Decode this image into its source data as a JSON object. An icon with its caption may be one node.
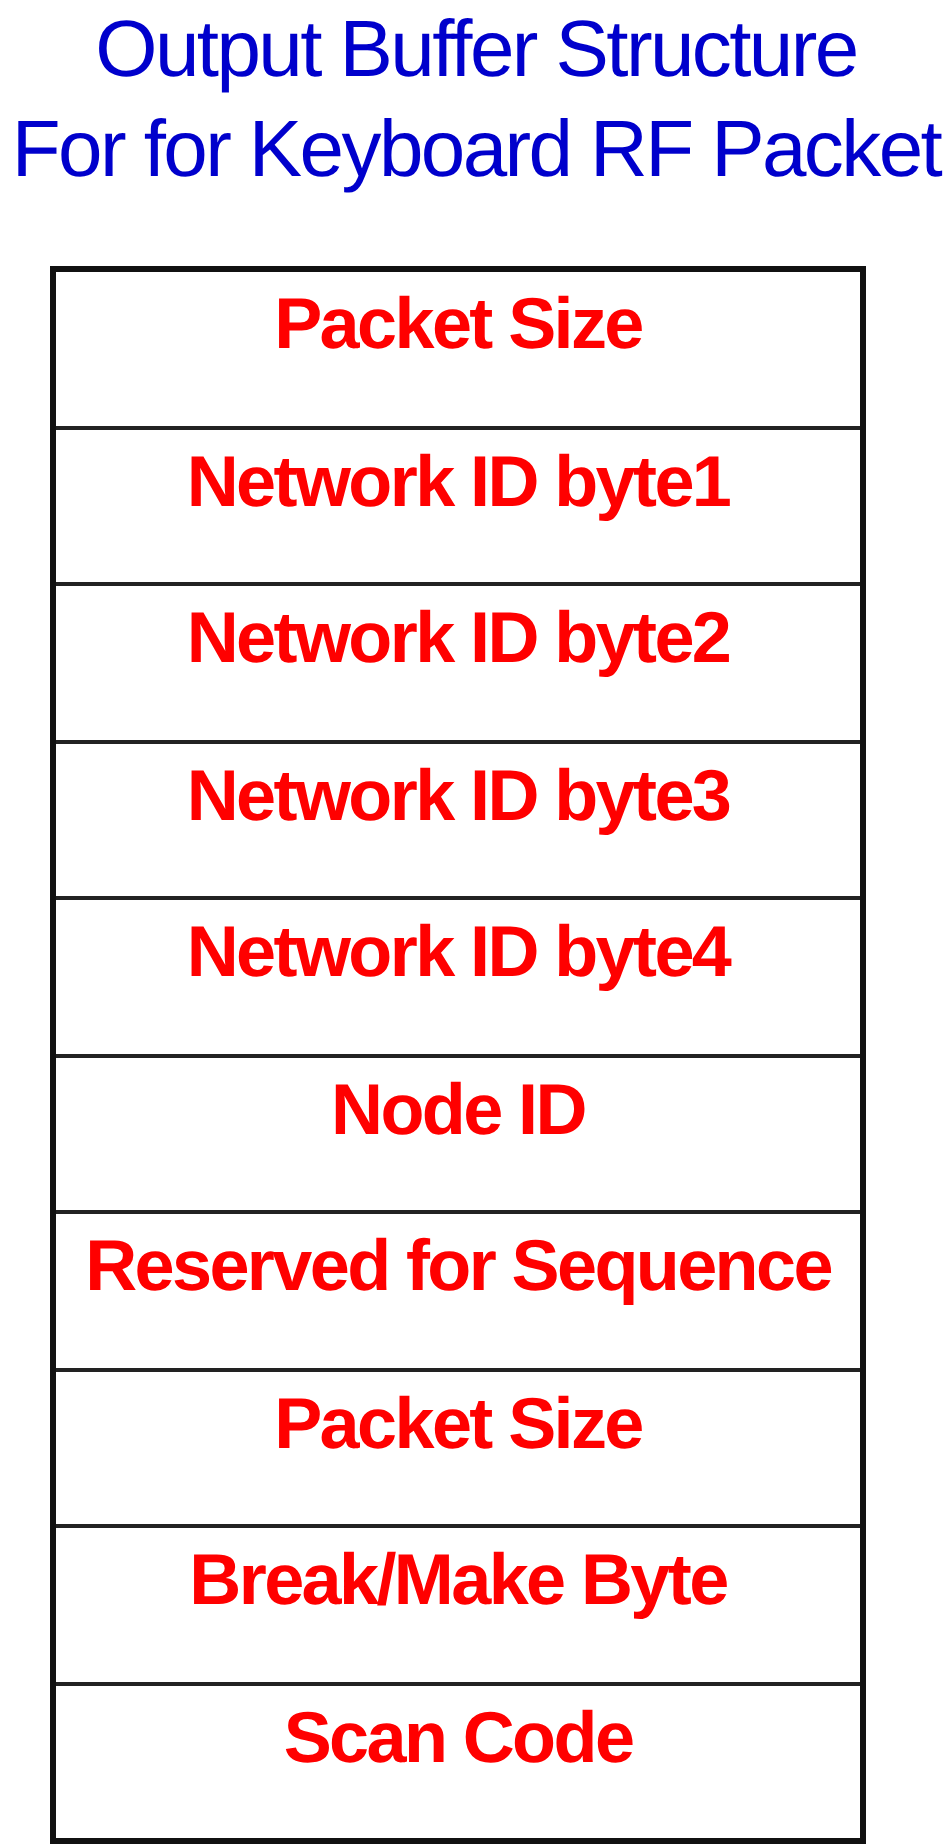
{
  "diagram": {
    "title": "Output Buffer Structure For for Keyboard RF Packet",
    "nodes": [
      {
        "text": [
          "Packet Size"
        ]
      },
      {
        "text": [
          "Network ID byte1"
        ]
      },
      {
        "text": [
          "Network ID byte2"
        ]
      },
      {
        "text": [
          "Network ID byte3"
        ]
      },
      {
        "text": [
          "Network ID byte4"
        ]
      },
      {
        "text": [
          "Node ID"
        ]
      },
      {
        "text": [
          "Reserved for Sequence"
        ]
      },
      {
        "text": [
          "Packet Size"
        ]
      },
      {
        "text": [
          "Break/Make Byte"
        ]
      },
      {
        "text": [
          "Scan Code"
        ]
      }
    ]
  }
}
